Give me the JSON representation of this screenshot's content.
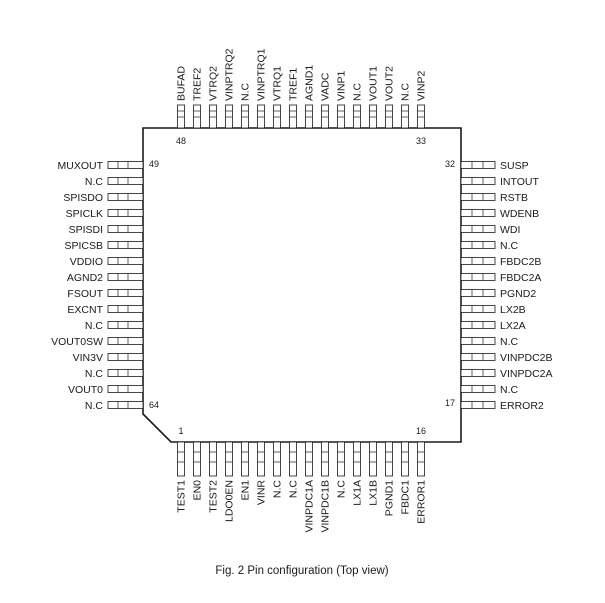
{
  "pins": {
    "top": [
      "BUFAD",
      "TREF2",
      "VTRQ2",
      "VINPTRQ2",
      "N.C",
      "VINPTRQ1",
      "VTRQ1",
      "TREF1",
      "AGND1",
      "VADC",
      "VINP1",
      "N.C",
      "VOUT1",
      "VOUT2",
      "N.C",
      "VINP2"
    ],
    "left": [
      "MUXOUT",
      "N.C",
      "SPISDO",
      "SPICLK",
      "SPISDI",
      "SPICSB",
      "VDDIO",
      "AGND2",
      "FSOUT",
      "EXCNT",
      "N.C",
      "VOUT0SW",
      "VIN3V",
      "N.C",
      "VOUT0",
      "N.C"
    ],
    "right": [
      "SUSP",
      "INTOUT",
      "RSTB",
      "WDENB",
      "WDI",
      "N.C",
      "FBDC2B",
      "FBDC2A",
      "PGND2",
      "LX2B",
      "LX2A",
      "N.C",
      "VINPDC2B",
      "VINPDC2A",
      "N.C",
      "ERROR2"
    ],
    "bottom": [
      "TEST1",
      "EN0",
      "TEST2",
      "LDO0EN",
      "EN1",
      "VINR",
      "N.C",
      "N.C",
      "VINPDC1A",
      "VINPDC1B",
      "N.C",
      "LX1A",
      "LX1B",
      "PGND1",
      "FBDC1",
      "ERROR1"
    ]
  },
  "corner_numbers": {
    "top_left": "48",
    "top_right": "33",
    "left_top": "49",
    "left_bottom": "64",
    "right_top": "32",
    "right_bottom": "17",
    "bottom_left": "1",
    "bottom_right": "16"
  },
  "caption": "Fig. 2 Pin configuration (Top view)",
  "colors": {
    "line": "#1a1a1a",
    "background": "#ffffff"
  }
}
